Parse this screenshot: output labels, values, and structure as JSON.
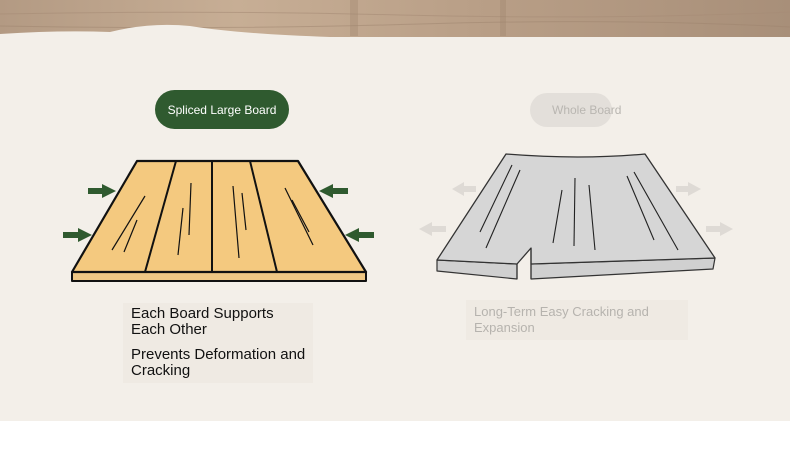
{
  "left": {
    "badge": "Spliced Large Board",
    "caption_1": "Each Board Supports Each Other",
    "caption_2": "Prevents Deformation and Cracking"
  },
  "right": {
    "badge": "Whole Board",
    "caption": "Long-Term Easy Cracking and Expansion"
  },
  "colors": {
    "badge_green": "#2f5a2f",
    "board_wood": "#f4c97f",
    "board_gray": "#d4d4d4",
    "arrow_green": "#2f5a2f",
    "arrow_gray": "#dddddd"
  },
  "icons": {
    "left_arrows": "arrow-right-icon",
    "right_arrows": "arrow-outward-icon"
  }
}
